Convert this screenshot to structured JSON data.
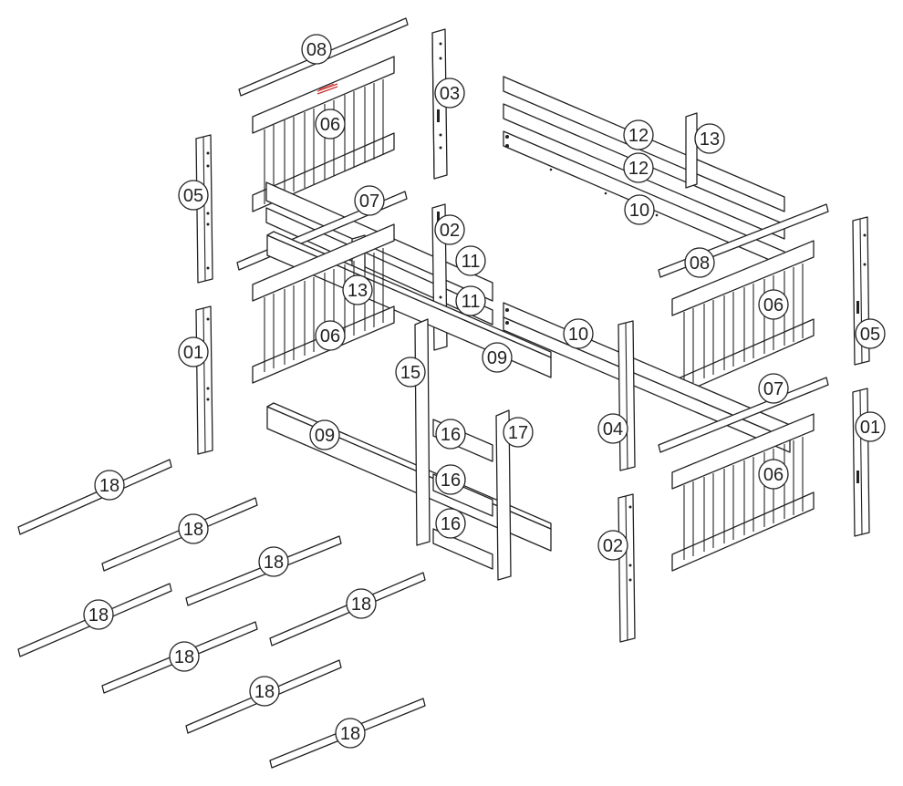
{
  "labels": {
    "p01": "01",
    "p02": "02",
    "p03": "03",
    "p04": "04",
    "p05": "05",
    "p06": "06",
    "p07": "07",
    "p08": "08",
    "p09": "09",
    "p10": "10",
    "p11": "11",
    "p12": "12",
    "p13": "13",
    "p15": "15",
    "p16": "16",
    "p17": "17",
    "p18": "18"
  },
  "colors": {
    "line": "#222222",
    "fill": "#ffffff",
    "marking": "#cc3333"
  }
}
